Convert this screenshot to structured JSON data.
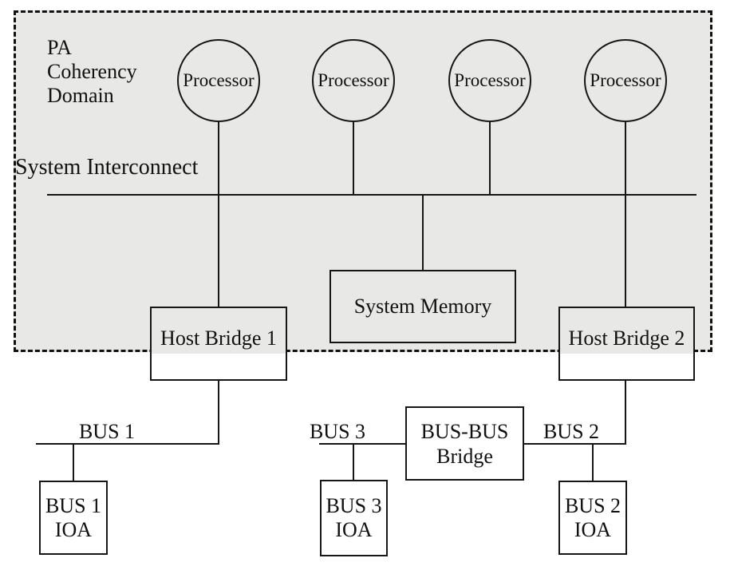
{
  "diagram": {
    "domain": {
      "lines": [
        "PA",
        "Coherency",
        "Domain"
      ]
    },
    "interconnect_label": "System Interconnect",
    "processors": [
      {
        "label": "Processor"
      },
      {
        "label": "Processor"
      },
      {
        "label": "Processor"
      },
      {
        "label": "Processor"
      }
    ],
    "system_memory_label": "System Memory",
    "host_bridge_1_label": "Host Bridge 1",
    "host_bridge_2_label": "Host Bridge 2",
    "bus_labels": {
      "bus1": "BUS 1",
      "bus2": "BUS 2",
      "bus3": "BUS 3"
    },
    "bus_bus_bridge": {
      "lines": [
        "BUS-BUS",
        "Bridge"
      ]
    },
    "ioa_boxes": {
      "bus1": {
        "lines": [
          "BUS 1",
          "IOA"
        ]
      },
      "bus3": {
        "lines": [
          "BUS 3",
          "IOA"
        ]
      },
      "bus2": {
        "lines": [
          "BUS 2",
          "IOA"
        ]
      }
    },
    "colors": {
      "domain_fill": "#e8e8e6",
      "line": "#161616",
      "page_background": "#ffffff"
    }
  }
}
